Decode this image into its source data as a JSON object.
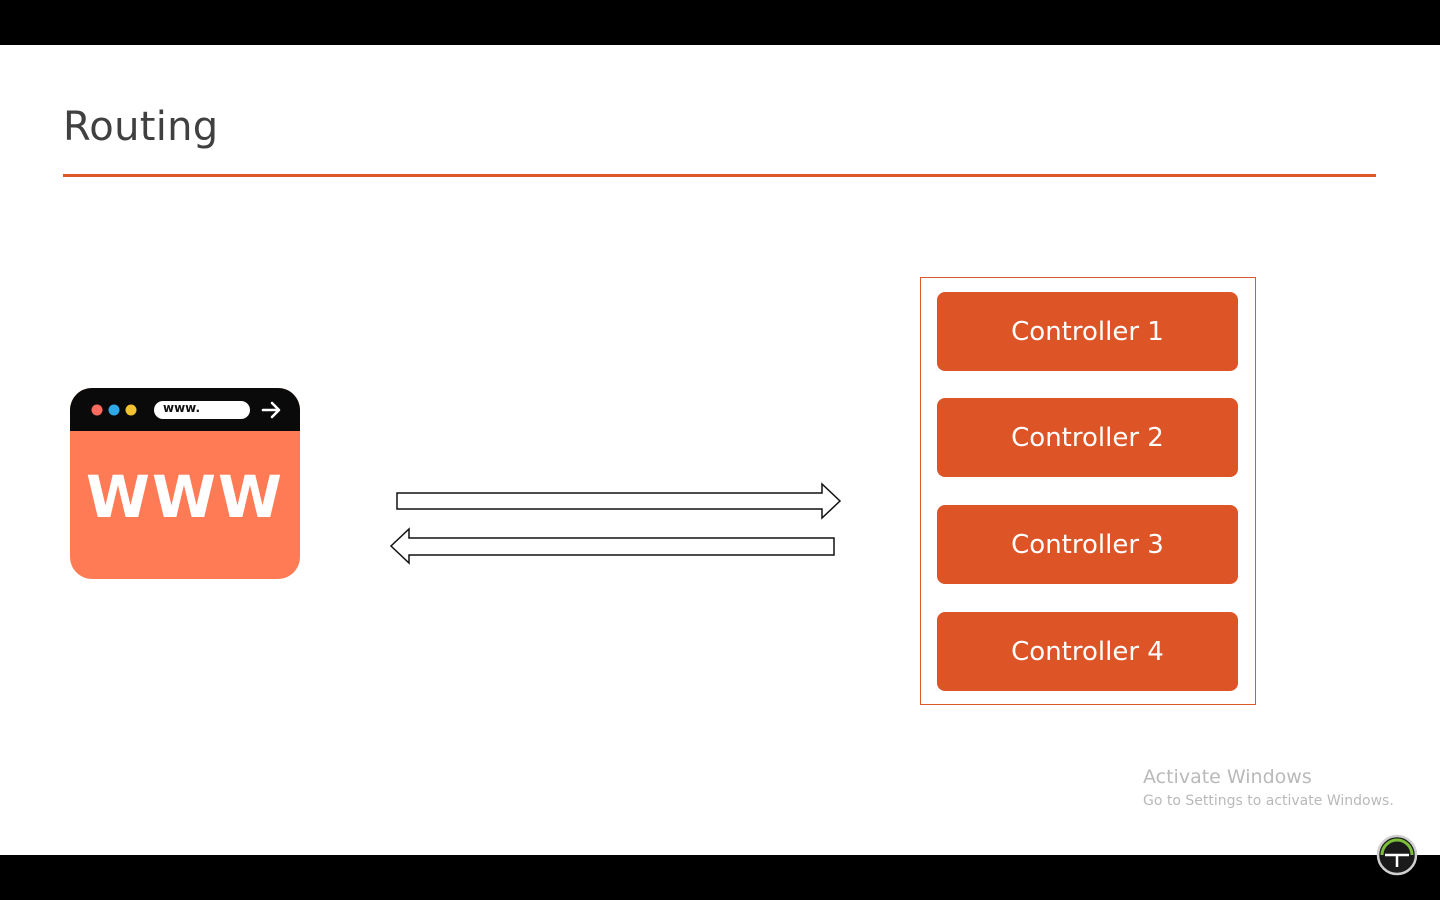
{
  "slide": {
    "title": "Routing"
  },
  "browser": {
    "url_text": "www.",
    "body_text": "WWW",
    "dot_colors": [
      "#ff6b5e",
      "#2fa8e8",
      "#f2c230"
    ],
    "body_color": "#ff7b55",
    "bar_color": "#0a0a0a"
  },
  "controllers": [
    {
      "label": "Controller 1"
    },
    {
      "label": "Controller 2"
    },
    {
      "label": "Controller 3"
    },
    {
      "label": "Controller 4"
    }
  ],
  "watermark": {
    "title": "Activate Windows",
    "subtitle": "Go to Settings to activate Windows."
  },
  "colors": {
    "accent": "#e0582a",
    "button": "#dd5426"
  },
  "icons": {
    "request_arrow": "arrow-right-icon",
    "response_arrow": "arrow-left-icon",
    "go_arrow": "arrow-right-icon",
    "corner_logo": "recorder-logo-icon"
  }
}
